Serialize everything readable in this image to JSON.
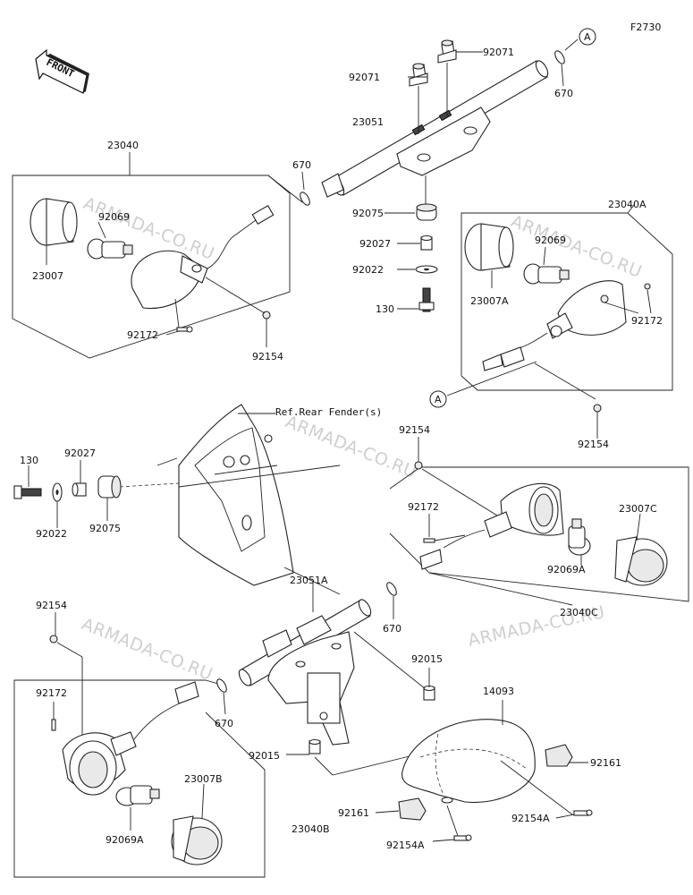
{
  "figure_code": "F2730",
  "front_label": "FRONT",
  "ref_note": "Ref.Rear Fender(s)",
  "watermark": "ARMADA-CO.RU",
  "callout_letter": "A",
  "labels": {
    "p23040": "23040",
    "p23007": "23007",
    "p92069": "92069",
    "p92172": "92172",
    "p92154": "92154",
    "p670_a": "670",
    "p92071_a": "92071",
    "p92071_b": "92071",
    "p23051": "23051",
    "p92075": "92075",
    "p92027": "92027",
    "p92022": "92022",
    "p130": "130",
    "p670_b": "670",
    "p23040A": "23040A",
    "p92069_A": "92069",
    "p23007A": "23007A",
    "p92172_A": "92172",
    "p92154_A": "92154",
    "p92154_C": "92154",
    "p92172_C": "92172",
    "p23007C": "23007C",
    "p92069A_C": "92069A",
    "p23040C": "23040C",
    "p670_c": "670",
    "p23051A": "23051A",
    "p130_L": "130",
    "p92027_L": "92027",
    "p92022_L": "92022",
    "p92075_L": "92075",
    "p92154_B": "92154",
    "p92172_B": "92172",
    "p670_d": "670",
    "p23007B": "23007B",
    "p92069A_B": "92069A",
    "p23040B": "23040B",
    "p92015_a": "92015",
    "p92015_b": "92015",
    "p14093": "14093",
    "p92161_a": "92161",
    "p92161_b": "92161",
    "p92154A_a": "92154A",
    "p92154A_b": "92154A"
  }
}
